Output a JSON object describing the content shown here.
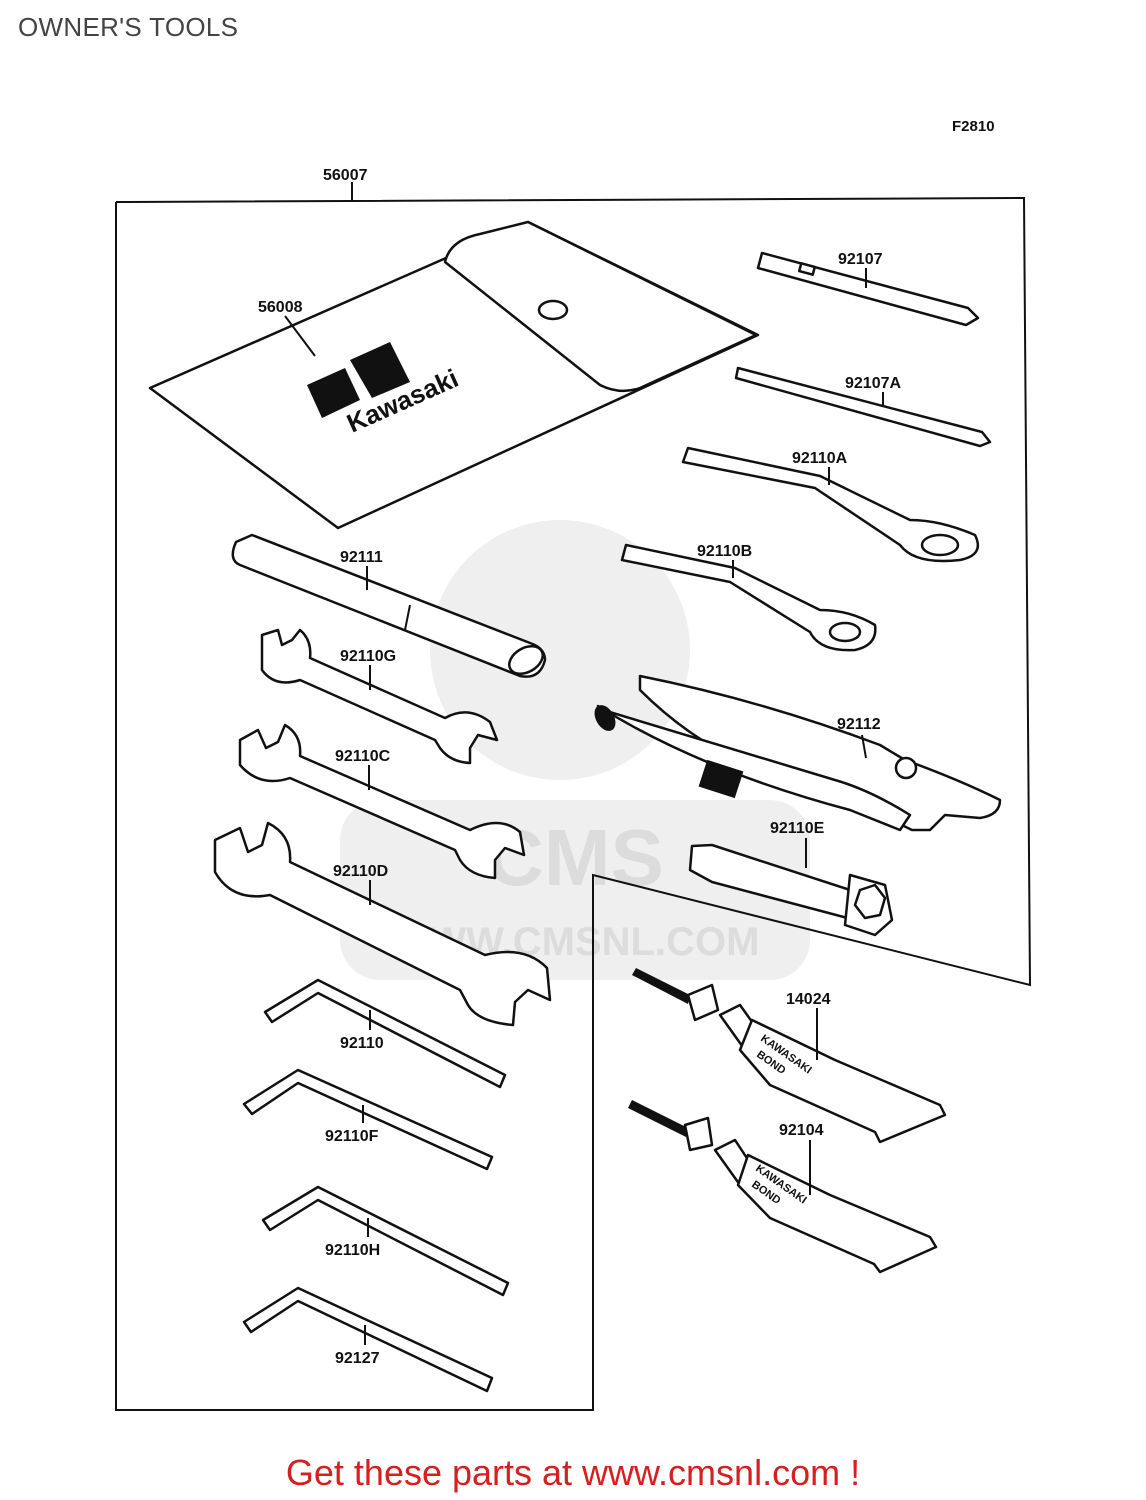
{
  "header": {
    "title": "OWNER'S TOOLS",
    "figure_code": "F2810"
  },
  "watermark": {
    "logo_text": "CMS",
    "url_text": "WWW.CMSNL.COM"
  },
  "parts": [
    {
      "number": "56007"
    },
    {
      "number": "56008"
    },
    {
      "number": "92107"
    },
    {
      "number": "92107A"
    },
    {
      "number": "92110A"
    },
    {
      "number": "92111"
    },
    {
      "number": "92110B"
    },
    {
      "number": "92110G"
    },
    {
      "number": "92112"
    },
    {
      "number": "92110C"
    },
    {
      "number": "92110E"
    },
    {
      "number": "92110D"
    },
    {
      "number": "14024"
    },
    {
      "number": "92110"
    },
    {
      "number": "92104"
    },
    {
      "number": "92110F"
    },
    {
      "number": "92110H"
    },
    {
      "number": "92127"
    }
  ],
  "pouch_brand": "Kawasaki",
  "tube_label": {
    "line1": "KAWASAKI",
    "line2": "BOND"
  },
  "footer": {
    "cta": "Get these parts at www.cmsnl.com !"
  }
}
